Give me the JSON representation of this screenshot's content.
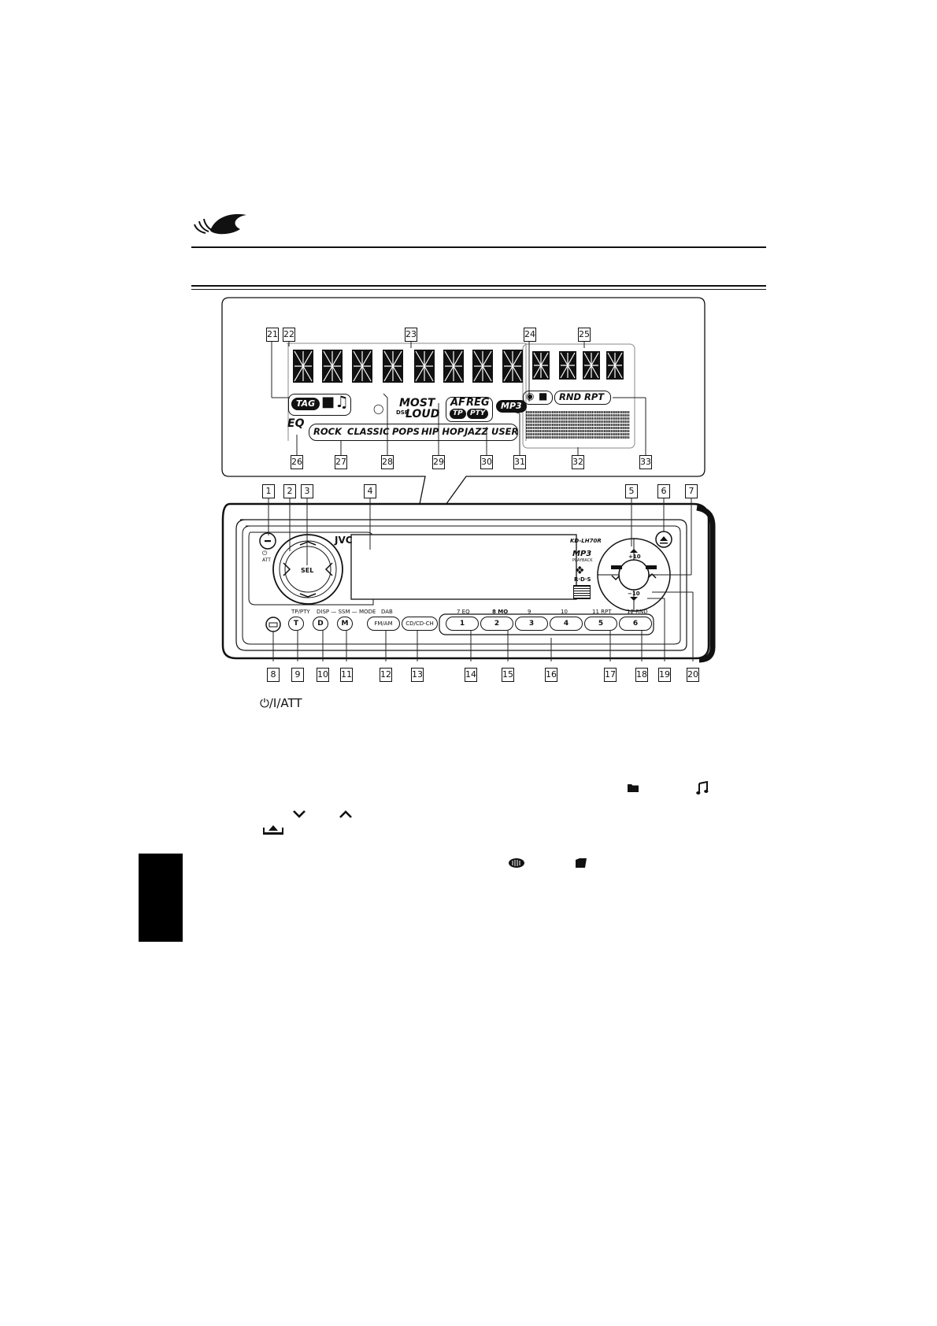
{
  "display": {
    "badges": {
      "tag": "TAG",
      "most": "MOST",
      "loud": "LOUD",
      "af": "AF",
      "reg": "REG",
      "tp": "TP",
      "pty": "PTY",
      "mp3": "MP3",
      "rnd": "RND",
      "rpt": "RPT",
      "eq": "EQ",
      "dsp_small": "DSP"
    },
    "eq_modes": [
      "ROCK",
      "CLASSIC",
      "POPS",
      "HIP HOP",
      "JAZZ",
      "USER"
    ]
  },
  "callouts": {
    "display": [
      "21",
      "22",
      "23",
      "24",
      "25",
      "26",
      "27",
      "28",
      "29",
      "30",
      "31",
      "32",
      "33"
    ],
    "unit": [
      "1",
      "2",
      "3",
      "4",
      "5",
      "6",
      "7",
      "8",
      "9",
      "10",
      "11",
      "12",
      "13",
      "14",
      "15",
      "16",
      "17",
      "18",
      "19",
      "20"
    ]
  },
  "unit": {
    "brand": "JVC",
    "model": "KD-LH70R",
    "mp3_label": "MP3",
    "playback_label": "PLAYBACK",
    "rds_label": "R·D·S",
    "att_label": "ATT",
    "sel_label": "SEL",
    "plus10": "+10",
    "minus10": "−10",
    "above_labels": {
      "tp_pty": "TP/PTY",
      "disp_ssm_mode": "DISP — SSM — MODE",
      "dab": "DAB",
      "p7_eq": "7   EQ",
      "p8_mo": "8   MO",
      "p9": "9",
      "p10": "10",
      "p11_rpt": "11   RPT",
      "p12_rnd": "12   RND"
    },
    "buttons": {
      "t": "T",
      "d": "D",
      "m": "M",
      "fm_am": "FM/AM",
      "cd_cdch": "CD/CD-CH",
      "p1": "1",
      "p2": "2",
      "p3": "3",
      "p4": "4",
      "p5": "5",
      "p6": "6"
    }
  },
  "text_below": {
    "power_att": "⏻/I/ATT"
  },
  "icons": {
    "folder": "folder-icon",
    "note": "music-note-icon",
    "down": "chevron-down-icon",
    "up": "chevron-up-icon",
    "eject": "eject-icon",
    "disc_changer": "disc-changer-icon",
    "disc_folder": "disc-folder-icon"
  }
}
